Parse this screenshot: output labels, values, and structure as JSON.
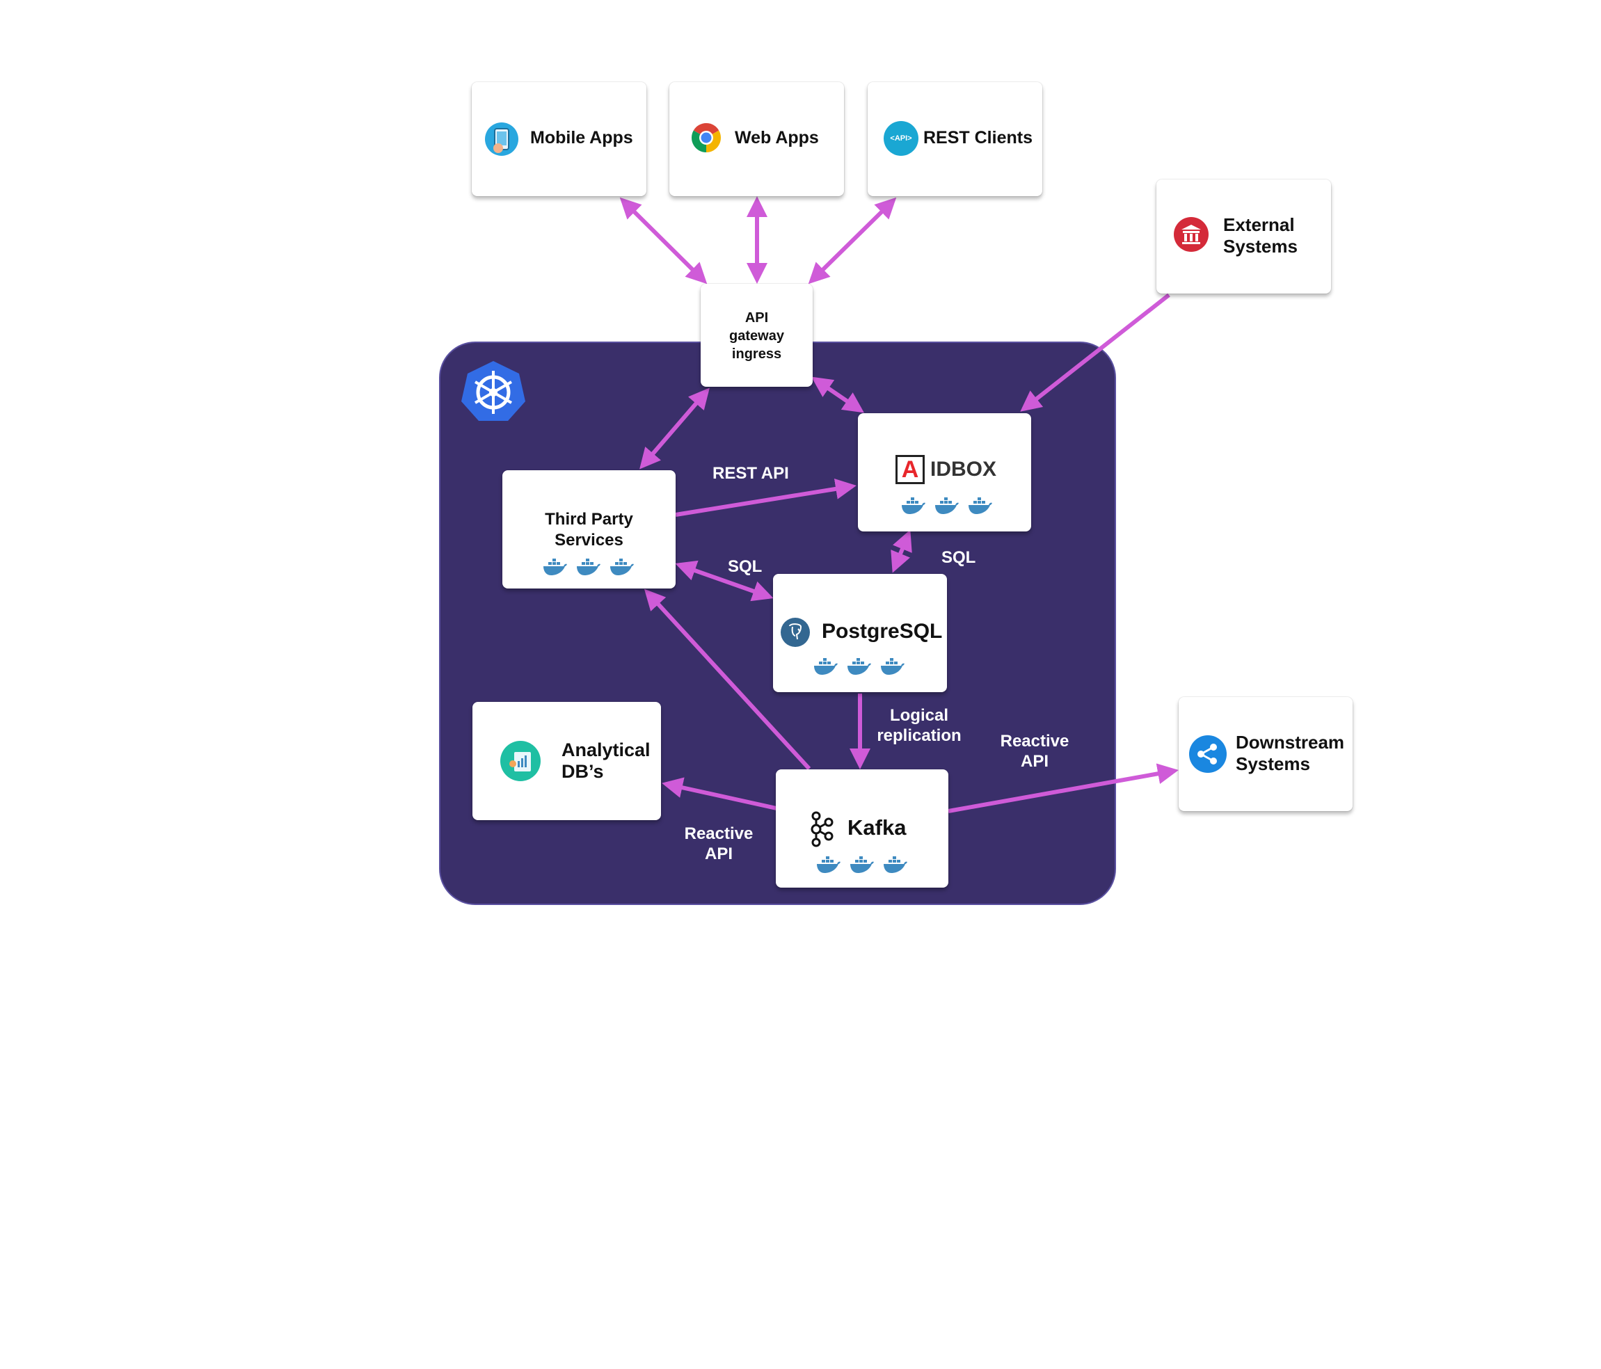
{
  "nodes": {
    "mobile_apps": "Mobile Apps",
    "web_apps": "Web Apps",
    "rest_clients": "REST Clients",
    "rest_clients_icon_text": "<API>",
    "external_systems": "External Systems",
    "api_gateway": "API gateway ingress",
    "third_party": "Third Party Services",
    "aidbox": "IDBOX",
    "aidbox_logo_letter": "A",
    "postgresql": "PostgreSQL",
    "analytical": "Analytical DB’s",
    "kafka": "Kafka",
    "downstream": "Downstream Systems"
  },
  "edges": {
    "rest_api": "REST API",
    "sql_third_party": "SQL",
    "sql_aidbox": "SQL",
    "logical_replication": "Logical replication",
    "reactive_api_analytical": "Reactive API",
    "reactive_api_downstream": "Reactive API"
  },
  "colors": {
    "cluster_bg": "#3a2f6a",
    "arrow": "#cf5bd8",
    "docker": "#3e8ac0",
    "kubernetes": "#326ce5"
  },
  "icons": [
    "mobile-app-icon",
    "chrome-icon",
    "api-icon",
    "bank-icon",
    "kubernetes-icon",
    "docker-whale-icon",
    "postgresql-icon",
    "analytics-icon",
    "kafka-icon",
    "share-icon"
  ]
}
